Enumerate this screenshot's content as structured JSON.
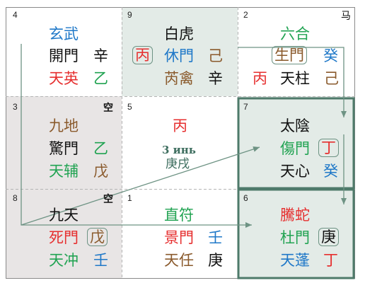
{
  "colors": {
    "grid_line": "#b5b5b5",
    "frame": "#7a7a7a",
    "shade_gray": "#e8e5e5",
    "shade_teal": "#e3ebe7",
    "highlight": "#4e7a6a",
    "arrow": "#6e9384"
  },
  "palaces": {
    "p4": {
      "num": "4",
      "deity": "玄武",
      "door": "開門",
      "door_stem": "辛",
      "star": "天英",
      "star_stem": "乙"
    },
    "p9": {
      "num": "9",
      "deity": "白虎",
      "outer_stem": "丙",
      "door": "休門",
      "door_stem": "己",
      "star": "芮禽",
      "star_stem": "辛"
    },
    "p2": {
      "num": "2",
      "corner": "马",
      "deity": "六合",
      "door": "生門",
      "door_stem": "癸",
      "outer_stem": "丙",
      "star": "天柱",
      "star_stem": "己"
    },
    "p3": {
      "num": "3",
      "corner": "空",
      "deity": "九地",
      "door": "驚門",
      "door_stem": "乙",
      "star": "天辅",
      "star_stem": "戊"
    },
    "p5": {
      "num": "5",
      "stem": "丙",
      "day_text": "3 инь",
      "ganzhi": "庚戌"
    },
    "p7": {
      "num": "7",
      "deity": "太陰",
      "door": "傷門",
      "door_stem": "丁",
      "star": "天心",
      "star_stem": "癸"
    },
    "p8": {
      "num": "8",
      "corner": "空",
      "deity": "九天",
      "door": "死門",
      "door_stem": "戊",
      "star": "天冲",
      "star_stem": "壬"
    },
    "p1": {
      "num": "1",
      "deity": "直符",
      "door": "景門",
      "door_stem": "壬",
      "star": "天任",
      "star_stem": "庚"
    },
    "p6": {
      "num": "6",
      "deity": "騰蛇",
      "door": "杜門",
      "door_stem": "庚",
      "star": "天蓬",
      "star_stem": "丁"
    }
  }
}
